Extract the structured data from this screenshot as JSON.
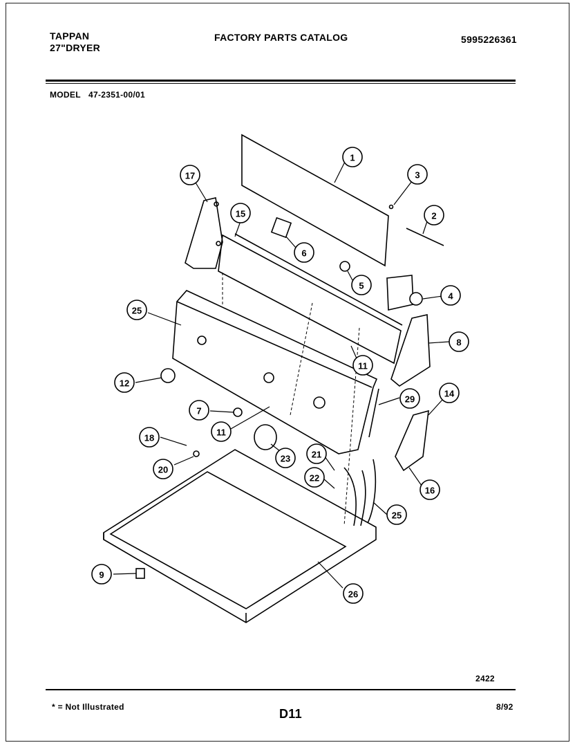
{
  "header": {
    "brand": "TAPPAN",
    "product": "27\"DRYER",
    "catalog_title": "FACTORY PARTS CATALOG",
    "catalog_number": "5995226361",
    "model_label": "MODEL",
    "model_number": "47-2351-00/01"
  },
  "diagram": {
    "callouts": [
      {
        "id": "c1",
        "label": "1"
      },
      {
        "id": "c2",
        "label": "2"
      },
      {
        "id": "c3",
        "label": "3"
      },
      {
        "id": "c4",
        "label": "4"
      },
      {
        "id": "c5",
        "label": "5"
      },
      {
        "id": "c6",
        "label": "6"
      },
      {
        "id": "c7",
        "label": "7"
      },
      {
        "id": "c8",
        "label": "8"
      },
      {
        "id": "c9",
        "label": "9"
      },
      {
        "id": "c11a",
        "label": "11"
      },
      {
        "id": "c11b",
        "label": "11"
      },
      {
        "id": "c12",
        "label": "12"
      },
      {
        "id": "c14",
        "label": "14"
      },
      {
        "id": "c15",
        "label": "15"
      },
      {
        "id": "c16",
        "label": "16"
      },
      {
        "id": "c17",
        "label": "17"
      },
      {
        "id": "c18",
        "label": "18"
      },
      {
        "id": "c20",
        "label": "20"
      },
      {
        "id": "c21",
        "label": "21"
      },
      {
        "id": "c22",
        "label": "22"
      },
      {
        "id": "c23",
        "label": "23"
      },
      {
        "id": "c25a",
        "label": "25"
      },
      {
        "id": "c25b",
        "label": "25"
      },
      {
        "id": "c26",
        "label": "26"
      },
      {
        "id": "c29",
        "label": "29"
      }
    ]
  },
  "footer": {
    "diagram_code": "2422",
    "note": "* = Not Illustrated",
    "page_code": "D11",
    "date": "8/92"
  }
}
